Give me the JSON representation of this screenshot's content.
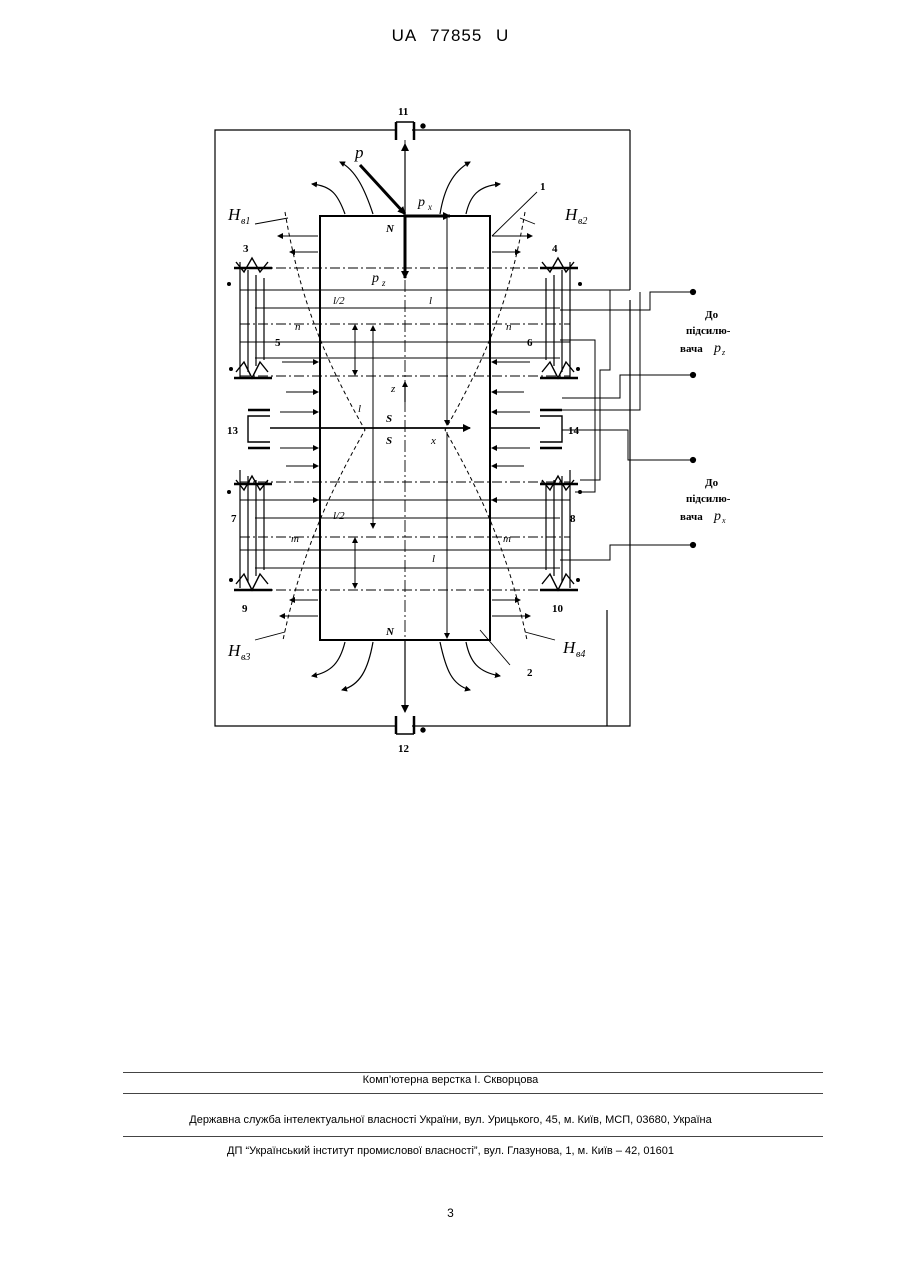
{
  "header": {
    "doc_id": "UA   77855   U"
  },
  "figure": {
    "labels": {
      "n11": "11",
      "n12": "12",
      "n1": "1",
      "n2": "2",
      "n3": "3",
      "n4": "4",
      "n5": "5",
      "n6": "6",
      "n7": "7",
      "n8": "8",
      "n9": "9",
      "n10": "10",
      "n13": "13",
      "n14": "14",
      "p": "p",
      "px": "p",
      "px_sub": "x",
      "pz": "p",
      "pz_sub": "z",
      "N_top": "N",
      "N_bottom": "N",
      "S_top": "S",
      "S_bottom": "S",
      "z": "z",
      "x": "x",
      "Hb1": "H",
      "Hb1_sub": "в1",
      "Hb2": "H",
      "Hb2_sub": "в2",
      "Hb3": "H",
      "Hb3_sub": "в3",
      "Hb4": "H",
      "Hb4_sub": "в4",
      "l_half_top": "l/2",
      "l_half_bottom": "l/2",
      "l_top": "l",
      "l_mid": "l",
      "l_bottom": "l",
      "n_left": "n",
      "n_right": "n",
      "m_left": "m",
      "m_right": "m",
      "amp1_line1": "До",
      "amp1_line2": "підсилю-",
      "amp1_line3": "вача",
      "amp1_p": "p",
      "amp1_sub": "z",
      "amp2_line1": "До",
      "amp2_line2": "підсилю-",
      "amp2_line3": "вача",
      "amp2_p": "p",
      "amp2_sub": "x"
    }
  },
  "footer": {
    "layout_credit": "Комп’ютерна верстка І. Скворцова",
    "agency": "Державна служба інтелектуальної власності України, вул. Урицького, 45, м. Київ, МСП, 03680, Україна",
    "institute": "ДП “Український інститут промислової власності”, вул. Глазунова, 1, м. Київ – 42, 01601"
  },
  "page_number": "3"
}
